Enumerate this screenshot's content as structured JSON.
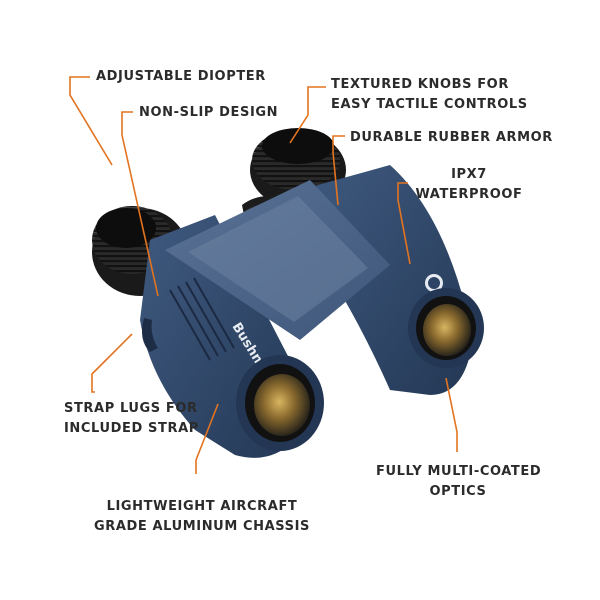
{
  "colors": {
    "leader": "#e3741f",
    "text": "#2b2b2b",
    "body": "#2e4466",
    "eyecup": "#1e1e1e"
  },
  "brand": "Bushnell",
  "labels": {
    "diopter": "ADJUSTABLE DIOPTER",
    "nonslip": "NON-SLIP DESIGN",
    "knobs": [
      "TEXTURED KNOBS FOR",
      "EASY TACTILE CONTROLS"
    ],
    "armor": "DURABLE RUBBER ARMOR",
    "waterproof": [
      "IPX7",
      "WATERPROOF"
    ],
    "lugs": [
      "STRAP LUGS FOR",
      "INCLUDED STRAP"
    ],
    "chassis": [
      "LIGHTWEIGHT AIRCRAFT",
      "GRADE ALUMINUM CHASSIS"
    ],
    "optics": [
      "FULLY MULTI-COATED",
      "OPTICS"
    ]
  }
}
